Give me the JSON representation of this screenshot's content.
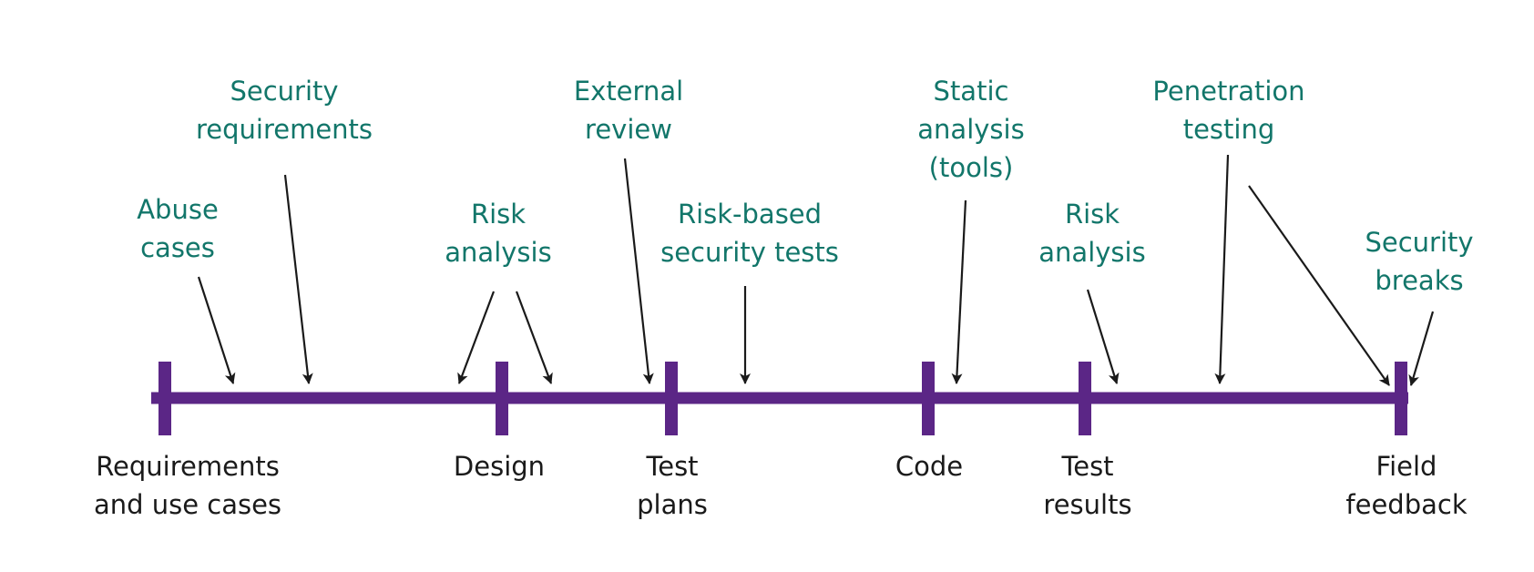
{
  "diagram": {
    "colors": {
      "timeline": "#5b2686",
      "activity_text": "#12766a",
      "phase_text": "#1a1a1a",
      "arrow": "#1a1a1a"
    },
    "phases": [
      {
        "id": "requirements",
        "lines": [
          "Requirements",
          "and use cases"
        ]
      },
      {
        "id": "design",
        "lines": [
          "Design"
        ]
      },
      {
        "id": "test-plans",
        "lines": [
          "Test",
          "plans"
        ]
      },
      {
        "id": "code",
        "lines": [
          "Code"
        ]
      },
      {
        "id": "test-results",
        "lines": [
          "Test",
          "results"
        ]
      },
      {
        "id": "field-feedback",
        "lines": [
          "Field",
          "feedback"
        ]
      }
    ],
    "activities": [
      {
        "id": "abuse-cases",
        "lines": [
          "Abuse",
          "cases"
        ]
      },
      {
        "id": "security-requirements",
        "lines": [
          "Security",
          "requirements"
        ]
      },
      {
        "id": "risk-analysis-design",
        "lines": [
          "Risk",
          "analysis"
        ]
      },
      {
        "id": "external-review",
        "lines": [
          "External",
          "review"
        ]
      },
      {
        "id": "risk-based-security-tests",
        "lines": [
          "Risk-based",
          "security tests"
        ]
      },
      {
        "id": "static-analysis",
        "lines": [
          "Static",
          "analysis",
          "(tools)"
        ]
      },
      {
        "id": "risk-analysis-test",
        "lines": [
          "Risk",
          "analysis"
        ]
      },
      {
        "id": "penetration-testing",
        "lines": [
          "Penetration",
          "testing"
        ]
      },
      {
        "id": "security-breaks",
        "lines": [
          "Security",
          "breaks"
        ]
      }
    ]
  }
}
